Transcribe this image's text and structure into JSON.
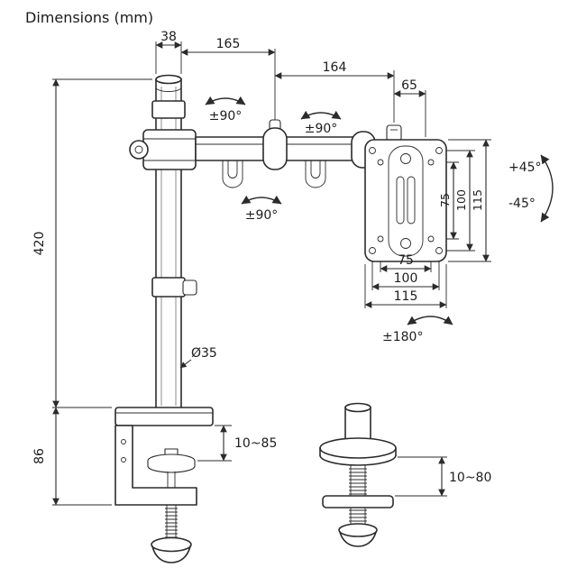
{
  "header": {
    "title": "Dimensions (mm)"
  },
  "diagram": {
    "top_dims": {
      "pole_width": "38",
      "arm_inner": "165",
      "arm_outer": "164",
      "head_offset": "65"
    },
    "left_dims": {
      "pole_height": "420",
      "clamp_height": "86"
    },
    "clamp": {
      "grip_range": "10~85"
    },
    "grommet": {
      "grip_range": "10~80"
    },
    "pole": {
      "diameter": "Ø35"
    },
    "vesa": {
      "right": {
        "d75": "75",
        "d100": "100",
        "d115": "115"
      },
      "bottom": {
        "d75": "75",
        "d100": "100",
        "d115": "115"
      }
    },
    "rotations": {
      "pole_swivel": "±90°",
      "arm_swivel": "±90°",
      "joint_swivel": "±90°",
      "tilt_up": "+45°",
      "tilt_down": "-45°",
      "head_rotation": "±180°"
    }
  },
  "colors": {
    "line": "#2b2b2b",
    "background": "#ffffff"
  }
}
